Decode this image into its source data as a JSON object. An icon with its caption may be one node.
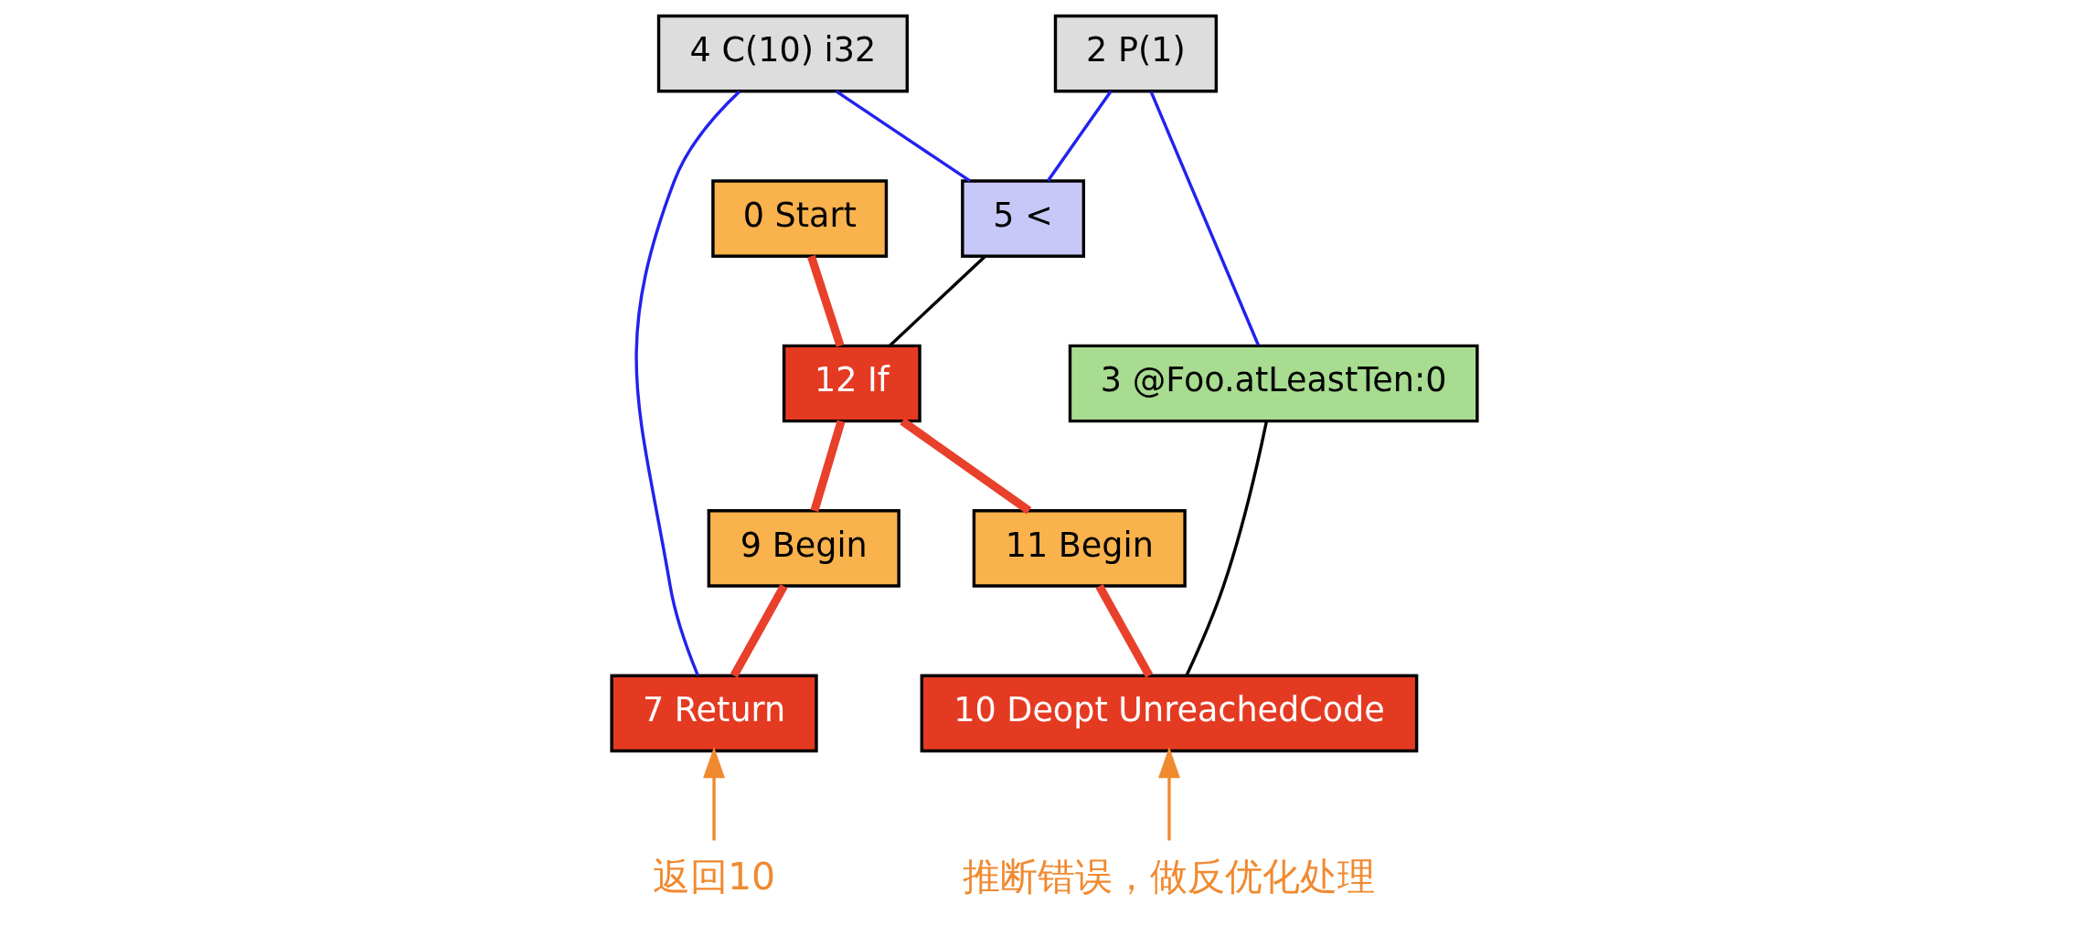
{
  "diagram": {
    "nodes": [
      {
        "text": [
          "4 C(10) i32"
        ]
      },
      {
        "text": [
          "2 P(1)"
        ]
      },
      {
        "text": [
          "0 Start"
        ]
      },
      {
        "text": [
          "5 <"
        ]
      },
      {
        "text": [
          "12 If"
        ]
      },
      {
        "text": [
          "3 @Foo.atLeastTen:0"
        ]
      },
      {
        "text": [
          "9 Begin"
        ]
      },
      {
        "text": [
          "11 Begin"
        ]
      },
      {
        "text": [
          "7 Return"
        ]
      },
      {
        "text": [
          "10 Deopt UnreachedCode"
        ]
      },
      {
        "text": [
          "返回10"
        ]
      },
      {
        "text": [
          "推断错误，做反优化处理"
        ]
      }
    ],
    "edges": [
      {
        "from": 0,
        "to": 3,
        "arrow": "none",
        "color": "#2222ee"
      },
      {
        "from": 1,
        "to": 3,
        "arrow": "none",
        "color": "#2222ee"
      },
      {
        "from": 0,
        "to": 8,
        "arrow": "none",
        "color": "#2222ee"
      },
      {
        "from": 1,
        "to": 5,
        "arrow": "none",
        "color": "#2222ee"
      },
      {
        "from": 3,
        "to": 4,
        "arrow": "none",
        "color": "#000000"
      },
      {
        "from": 2,
        "to": 4,
        "arrow": "none",
        "style": "thick",
        "color": "#e8402a"
      },
      {
        "from": 4,
        "to": 6,
        "arrow": "none",
        "style": "thick",
        "color": "#e8402a"
      },
      {
        "from": 4,
        "to": 7,
        "arrow": "none",
        "style": "thick",
        "color": "#e8402a"
      },
      {
        "from": 6,
        "to": 8,
        "arrow": "none",
        "style": "thick",
        "color": "#e8402a"
      },
      {
        "from": 7,
        "to": 9,
        "arrow": "none",
        "style": "thick",
        "color": "#e8402a"
      },
      {
        "from": 5,
        "to": 9,
        "arrow": "none",
        "color": "#000000"
      },
      {
        "from": 10,
        "to": 8,
        "arrow": "to",
        "color": "#f08a30"
      },
      {
        "from": 11,
        "to": 9,
        "arrow": "to",
        "color": "#f08a30"
      }
    ]
  }
}
